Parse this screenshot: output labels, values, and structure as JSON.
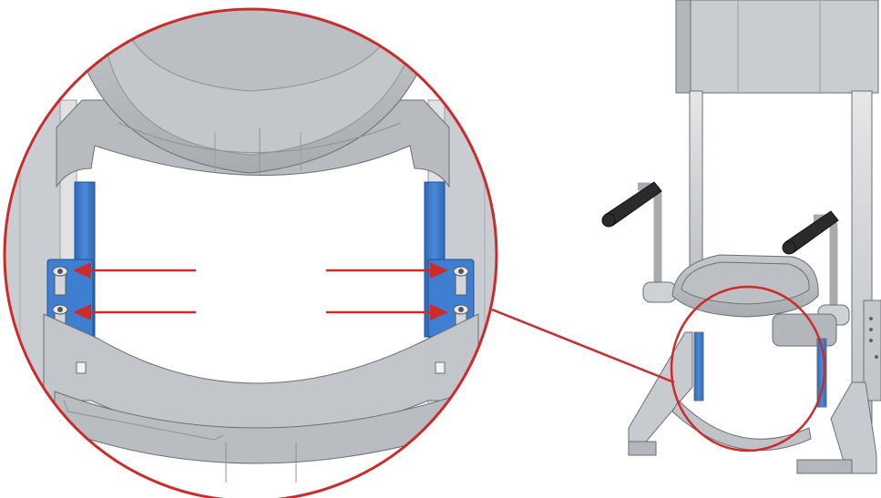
{
  "diagram": {
    "components": [
      "chair-backrest",
      "chair-frame-uprights",
      "left-handle",
      "right-handle",
      "seat-cushion",
      "blue-adjustment-rail-left",
      "blue-adjustment-rail-right",
      "footplate-frame",
      "mounting-bolts"
    ],
    "callout": {
      "style": "magnified-detail-circle",
      "arrows_per_side": 2,
      "arrow_direction": "pointing-outward-to-bolts"
    }
  },
  "colors": {
    "background": "#ffffff",
    "metal_light": "#d4d6d9",
    "metal_mid": "#b5b8bc",
    "metal_dark": "#8e9196",
    "rail_blue": "#3f7fd1",
    "rail_blue_dark": "#2a5ea8",
    "callout_red": "#cc2b2b",
    "handle_black": "#2b2b2e"
  }
}
